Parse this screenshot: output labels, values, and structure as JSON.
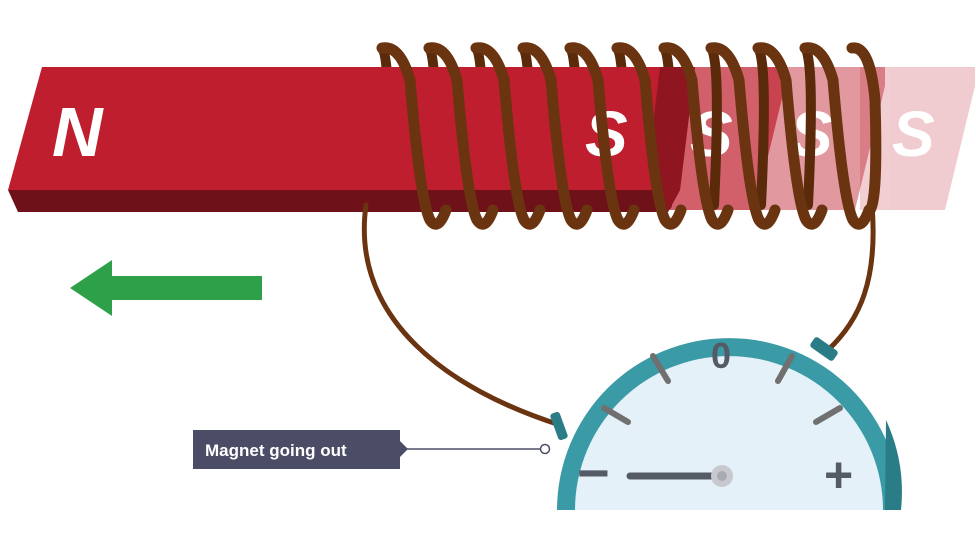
{
  "magnet": {
    "north_label": "N",
    "south_label": "S",
    "color": "#be1e2d"
  },
  "motion_arrow": {
    "direction": "left",
    "color": "#2ea04a"
  },
  "coil": {
    "wire_color": "#6b3410"
  },
  "meter": {
    "zero_label": "0",
    "minus_label": "−",
    "plus_label": "+",
    "bezel_color": "#3a9aa5",
    "face_color": "#e4f1f8"
  },
  "callout": {
    "text": "Magnet going out",
    "bg_color": "#4b4d66"
  }
}
